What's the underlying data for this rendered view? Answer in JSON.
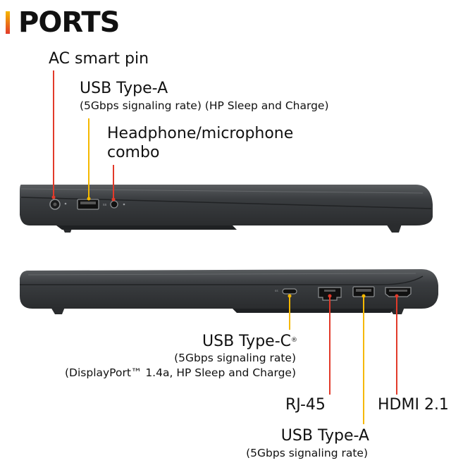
{
  "title": "PORTS",
  "colors": {
    "accent_red": "#e23a2a",
    "accent_yellow": "#f5b800",
    "bar_gradient_top": "#f5b800",
    "bar_gradient_bottom": "#e23a2a",
    "laptop_body": "#36393b",
    "laptop_edge": "#1d1f20"
  },
  "left_side": {
    "ac_pin": {
      "label": "AC smart pin",
      "icon": "power-port-icon"
    },
    "usb_a": {
      "label": "USB Type-A",
      "detail": "(5Gbps signaling rate) (HP Sleep and Charge)",
      "icon": "usb-a-port-icon"
    },
    "audio": {
      "label_line1": "Headphone/microphone",
      "label_line2": "combo",
      "icon": "headphone-jack-icon"
    }
  },
  "right_side": {
    "usb_c": {
      "label": "USB Type-C",
      "label_mark": "®",
      "detail_line1": "(5Gbps signaling rate)",
      "detail_line2": "(DisplayPort™ 1.4a, HP Sleep and Charge)",
      "icon": "usb-c-port-icon"
    },
    "rj45": {
      "label": "RJ-45",
      "icon": "ethernet-port-icon"
    },
    "usb_a": {
      "label": "USB Type-A",
      "detail": "(5Gbps signaling rate)",
      "icon": "usb-a-port-icon"
    },
    "hdmi": {
      "label": "HDMI 2.1",
      "icon": "hdmi-port-icon"
    }
  }
}
